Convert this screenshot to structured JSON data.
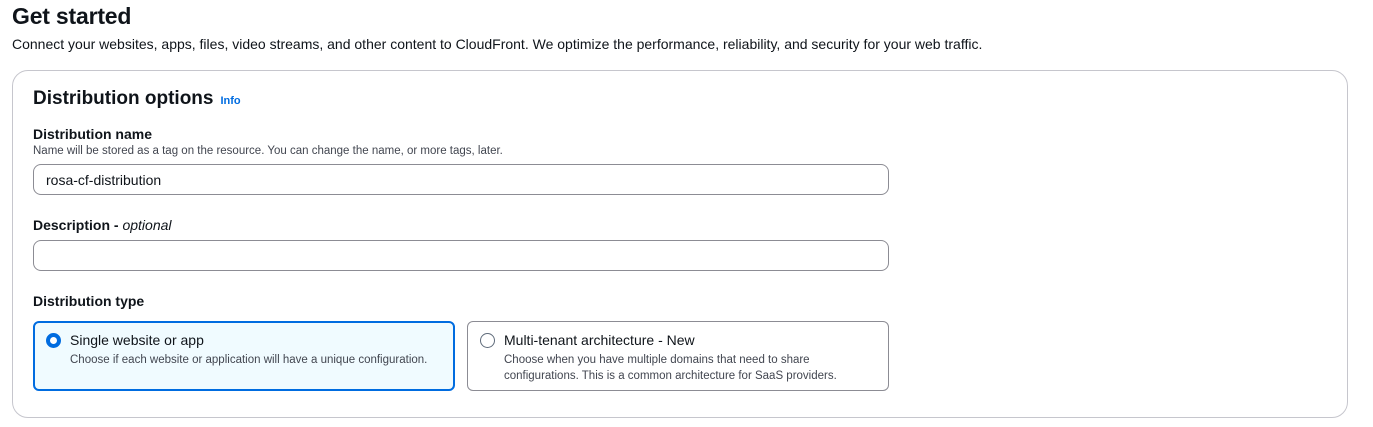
{
  "header": {
    "title": "Get started",
    "subtitle": "Connect your websites, apps, files, video streams, and other content to CloudFront. We optimize the performance, reliability, and security for your web traffic."
  },
  "panel": {
    "title": "Distribution options",
    "info_label": "Info",
    "name_field": {
      "label": "Distribution name",
      "hint": "Name will be stored as a tag on the resource. You can change the name, or more tags, later.",
      "value": "rosa-cf-distribution"
    },
    "description_field": {
      "label": "Description",
      "dash": " - ",
      "optional": "optional",
      "value": ""
    },
    "type_field": {
      "label": "Distribution type",
      "options": [
        {
          "title": "Single website or app",
          "description": "Choose if each website or application will have a unique configuration.",
          "selected": true
        },
        {
          "title": "Multi-tenant architecture - New",
          "description": "Choose when you have multiple domains that need to share configurations. This is a common architecture for SaaS providers.",
          "selected": false
        }
      ]
    }
  },
  "colors": {
    "accent": "#006ce0",
    "selected_bg": "#f0fbff",
    "border": "#8c8c94",
    "text": "#0f141a",
    "muted": "#424650"
  }
}
